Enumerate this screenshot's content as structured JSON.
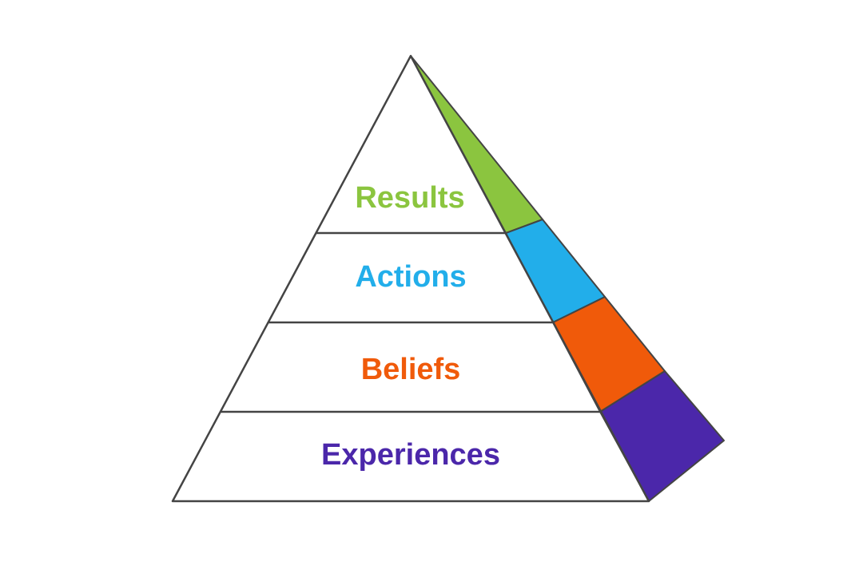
{
  "diagram": {
    "levels": [
      {
        "label": "Results",
        "color": "#8bc53f"
      },
      {
        "label": "Actions",
        "color": "#22aeea"
      },
      {
        "label": "Beliefs",
        "color": "#f05a0a"
      },
      {
        "label": "Experiences",
        "color": "#4b27aa"
      }
    ]
  }
}
